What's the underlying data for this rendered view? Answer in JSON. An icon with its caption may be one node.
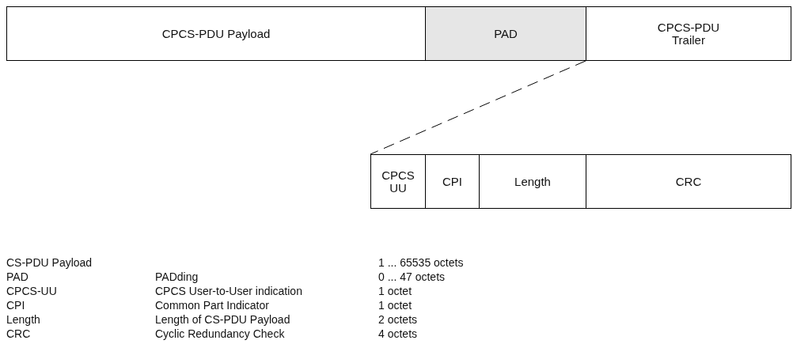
{
  "diagram": {
    "nodes": [
      {
        "text": [
          "CPCS-PDU Payload"
        ]
      },
      {
        "text": [
          "PAD"
        ]
      },
      {
        "text": [
          "CPCS-PDU Trailer"
        ]
      },
      {
        "text": [
          "CPCS UU"
        ]
      },
      {
        "text": [
          "CPI"
        ]
      },
      {
        "text": [
          "Length"
        ]
      },
      {
        "text": [
          "CRC"
        ]
      }
    ],
    "edges": [
      {
        "from": 2,
        "to": 3,
        "arrow": "none",
        "style": "dashed"
      }
    ],
    "labels": [
      "CS-PDU Payload",
      "1 ... 65535 octets",
      "PAD",
      "PADding",
      "0 ... 47 octets",
      "CPCS-UU",
      "CPCS User-to-User indication",
      "1 octet",
      "CPI",
      "Common Part Indicator",
      "1 octet",
      "Length",
      "Length of CS-PDU Payload",
      "2 octets",
      "CRC",
      "Cyclic Redundancy Check",
      "4 octets"
    ]
  }
}
